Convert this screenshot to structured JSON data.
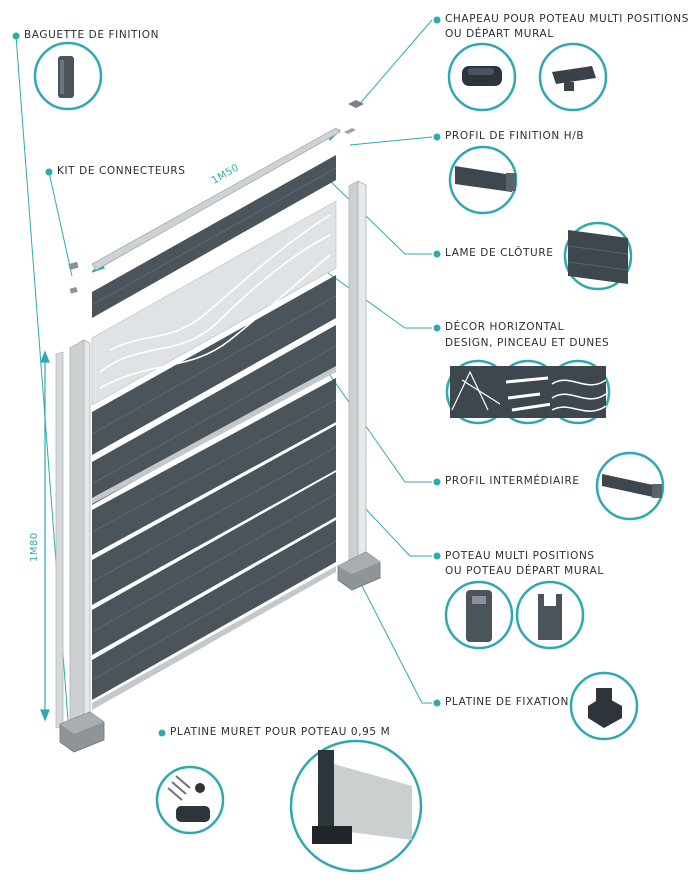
{
  "labels": {
    "baguette": "BAGUETTE DE FINITION",
    "chapeau_1": "CHAPEAU POUR POTEAU MULTI POSITIONS",
    "chapeau_2": "OU DÉPART MURAL",
    "profil_hb": "PROFIL DE FINITION H/B",
    "kit": "KIT DE CONNECTEURS",
    "lame": "LAME DE CLÔTURE",
    "decor_1": "DÉCOR HORIZONTAL",
    "decor_2": "DESIGN, PINCEAU ET DUNES",
    "profil_inter": "PROFIL INTERMÉDIAIRE",
    "poteau_1": "POTEAU MULTI POSITIONS",
    "poteau_2": "OU POTEAU DÉPART MURAL",
    "platine": "PLATINE DE FIXATION",
    "platine_muret": "PLATINE MURET POUR POTEAU 0,95 M"
  },
  "dimensions": {
    "width": "1M50",
    "height": "1M80"
  },
  "colors": {
    "accent": "#2fa9b0",
    "panel": "#4b535b",
    "frame": "#c9ccce"
  }
}
